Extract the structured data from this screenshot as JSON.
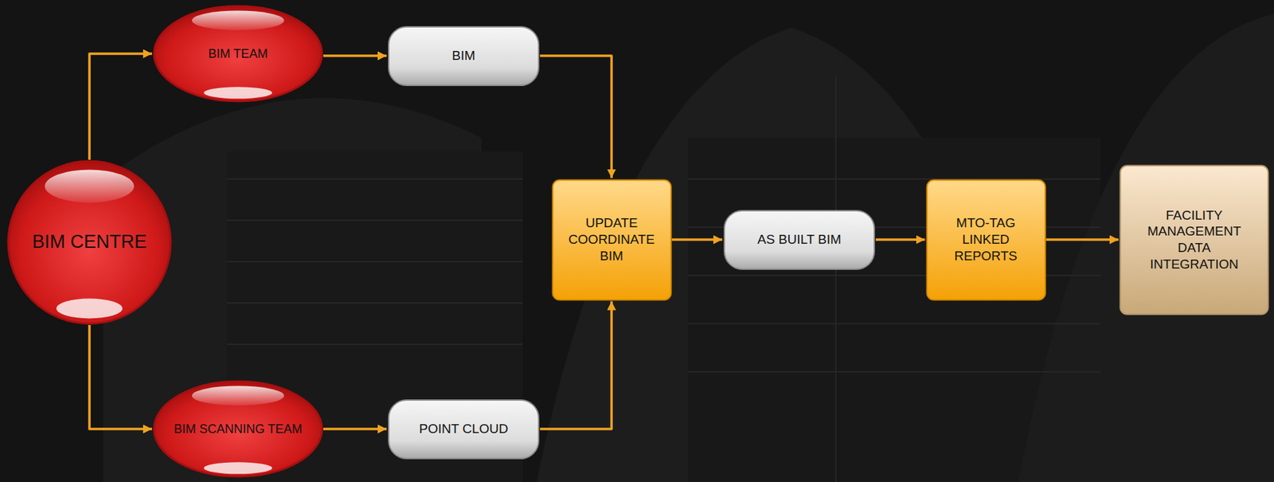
{
  "diagram": {
    "nodes": [
      {
        "text": [
          "BIM CENTRE"
        ]
      },
      {
        "text": [
          "BIM TEAM"
        ]
      },
      {
        "text": [
          "BIM"
        ]
      },
      {
        "text": [
          "BIM SCANNING TEAM"
        ]
      },
      {
        "text": [
          "POINT CLOUD"
        ]
      },
      {
        "text": [
          "UPDATE COORDINATE BIM"
        ]
      },
      {
        "text": [
          "AS BUILT BIM"
        ]
      },
      {
        "text": [
          "MTO-TAG LINKED REPORTS"
        ]
      },
      {
        "text": [
          "FACILITY MANAGEMENT DATA INTEGRATION"
        ]
      }
    ],
    "edges": [
      {
        "from": 0,
        "to": 1,
        "arrow": "to"
      },
      {
        "from": 0,
        "to": 3,
        "arrow": "to"
      },
      {
        "from": 1,
        "to": 2,
        "arrow": "to"
      },
      {
        "from": 3,
        "to": 4,
        "arrow": "to"
      },
      {
        "from": 2,
        "to": 5,
        "arrow": "to"
      },
      {
        "from": 4,
        "to": 5,
        "arrow": "to"
      },
      {
        "from": 5,
        "to": 6,
        "arrow": "to"
      },
      {
        "from": 6,
        "to": 7,
        "arrow": "to"
      },
      {
        "from": 7,
        "to": 8,
        "arrow": "to"
      }
    ]
  }
}
